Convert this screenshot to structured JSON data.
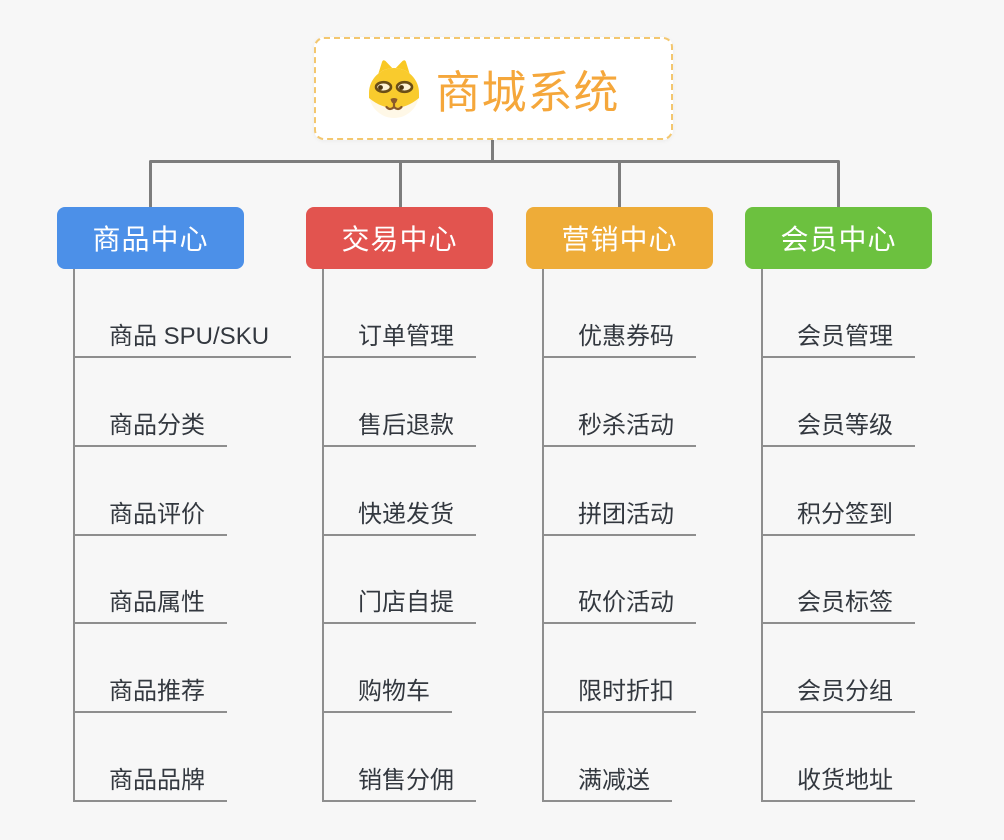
{
  "root": {
    "title": "商城系统",
    "icon": "shiba-dog-icon",
    "title_color": "#F5A73B",
    "border_color": "#F3C76F"
  },
  "style_colors": {
    "connector_gray": "#7D7D7D",
    "branch_line_gray": "#8E8E8E",
    "leaf_text": "#33383F",
    "background": "#F7F7F7"
  },
  "columns": [
    {
      "label": "商品中心",
      "color": "#4C90E8",
      "items": [
        "商品 SPU/SKU",
        "商品分类",
        "商品评价",
        "商品属性",
        "商品推荐",
        "商品品牌"
      ]
    },
    {
      "label": "交易中心",
      "color": "#E2544F",
      "items": [
        "订单管理",
        "售后退款",
        "快递发货",
        "门店自提",
        "购物车",
        "销售分佣"
      ]
    },
    {
      "label": "营销中心",
      "color": "#EEAC38",
      "items": [
        "优惠券码",
        "秒杀活动",
        "拼团活动",
        "砍价活动",
        "限时折扣",
        "满减送"
      ]
    },
    {
      "label": "会员中心",
      "color": "#6CC13F",
      "items": [
        "会员管理",
        "会员等级",
        "积分签到",
        "会员标签",
        "会员分组",
        "收货地址"
      ]
    }
  ]
}
